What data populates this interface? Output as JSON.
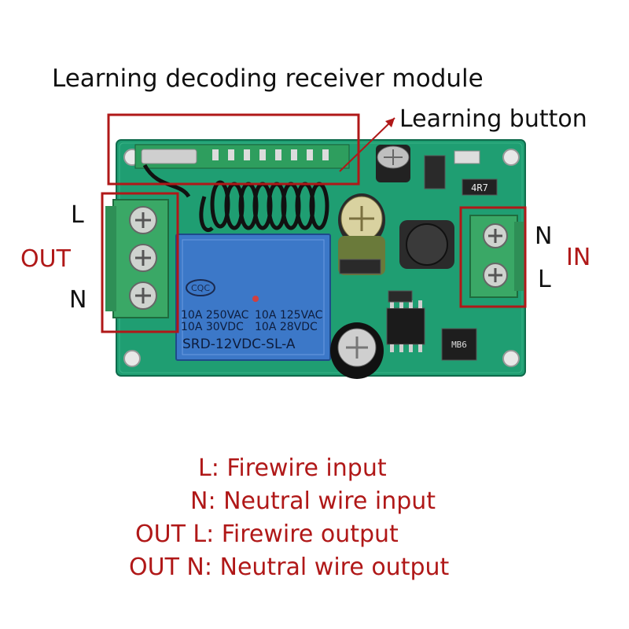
{
  "title": "Learning decoding receiver module",
  "callouts": {
    "learning_button": "Learning button"
  },
  "output_terminal": {
    "group_label": "OUT",
    "top_pin": "L",
    "bottom_pin": "N"
  },
  "input_terminal": {
    "group_label": "IN",
    "top_pin": "N",
    "bottom_pin": "L"
  },
  "relay": {
    "brand": "CQC",
    "rating_1": "10A 250VAC",
    "rating_2": "10A 125VAC",
    "rating_3": "10A 30VDC",
    "rating_4": "10A 28VDC",
    "model": "SRD-12VDC-SL-A"
  },
  "board_markings": {
    "resistor": "4R7",
    "rectifier": "MB6"
  },
  "legend": [
    {
      "text": "L: Firewire input"
    },
    {
      "text": "N: Neutral wire input"
    },
    {
      "text": "OUT L: Firewire output"
    },
    {
      "text": "OUT N: Neutral wire output"
    }
  ],
  "colors": {
    "pcb": "#1f9e72",
    "terminal": "#3aa866",
    "relay": "#3c78c8",
    "highlight_box": "#b01818",
    "label_red": "#b01818"
  }
}
